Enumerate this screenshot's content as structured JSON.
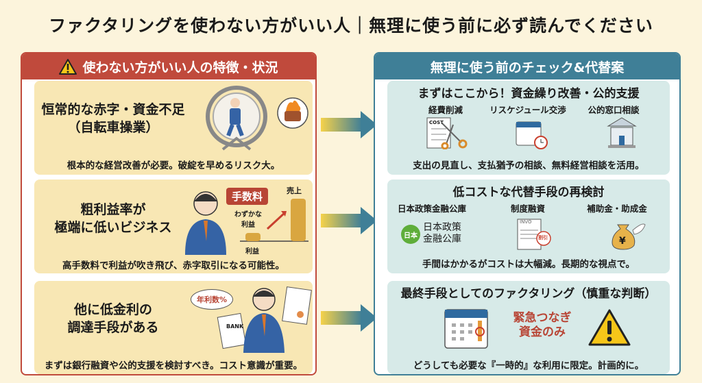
{
  "title": "ファクタリングを使わない方がいい人｜無理に使う前に必ず読んでください",
  "left_panel": {
    "heading": "使わない方がいい人の特徴・状況",
    "cards": [
      {
        "title_l1": "恒常的な赤字・資金不足",
        "title_l2": "（自転車操業）",
        "note": "根本的な経営改善が必要。破綻を早めるリスク大。"
      },
      {
        "title_l1": "粗利益率が",
        "title_l2": "極端に低いビジネス",
        "note": "高手数料で利益が吹き飛び、赤字取引になる可能性。",
        "fee_label": "手数料",
        "sales_label": "売上",
        "small_profit_label": "わずかな利益",
        "profit_label": "利益"
      },
      {
        "title_l1": "他に低金利の",
        "title_l2": "調達手段がある",
        "note": "まずは銀行融資や公的支援を検討すべき。コスト意識が重要。",
        "bubble": "年利数%",
        "doc_label": "BANK"
      }
    ]
  },
  "right_panel": {
    "heading": "無理に使う前のチェック&代替案",
    "cards": [
      {
        "title": "まずはここから！資金繰り改善・公的支援",
        "items": [
          "経費削減",
          "リスケジュール交渉",
          "公的窓口相談"
        ],
        "cost_label": "COST",
        "note": "支出の見直し、支払猶予の相談、無料経営相談を活用。"
      },
      {
        "title": "低コストな代替手段の再検討",
        "items": [
          "日本政策金融公庫",
          "制度融資",
          "補助金・助成金"
        ],
        "jfc_badge": "日本",
        "jfc_name_l1": "日本政策",
        "jfc_name_l2": "金融公庫",
        "invoice_label": "INVO",
        "stamp_label": "割引",
        "yen": "¥",
        "note": "手間はかかるがコストは大幅減。長期的な視点で。"
      },
      {
        "title": "最終手段としてのファクタリング（慎重な判断）",
        "emergency_l1": "緊急つなぎ",
        "emergency_l2": "資金のみ",
        "note": "どうしても必要な『一時的』な利用に限定。計画的に。"
      }
    ]
  },
  "colors": {
    "red": "#c04a3c",
    "teal": "#3f7f97",
    "yellow_card": "#f8e7b4",
    "teal_card": "#d7eae8",
    "background": "#fcf4dc"
  }
}
